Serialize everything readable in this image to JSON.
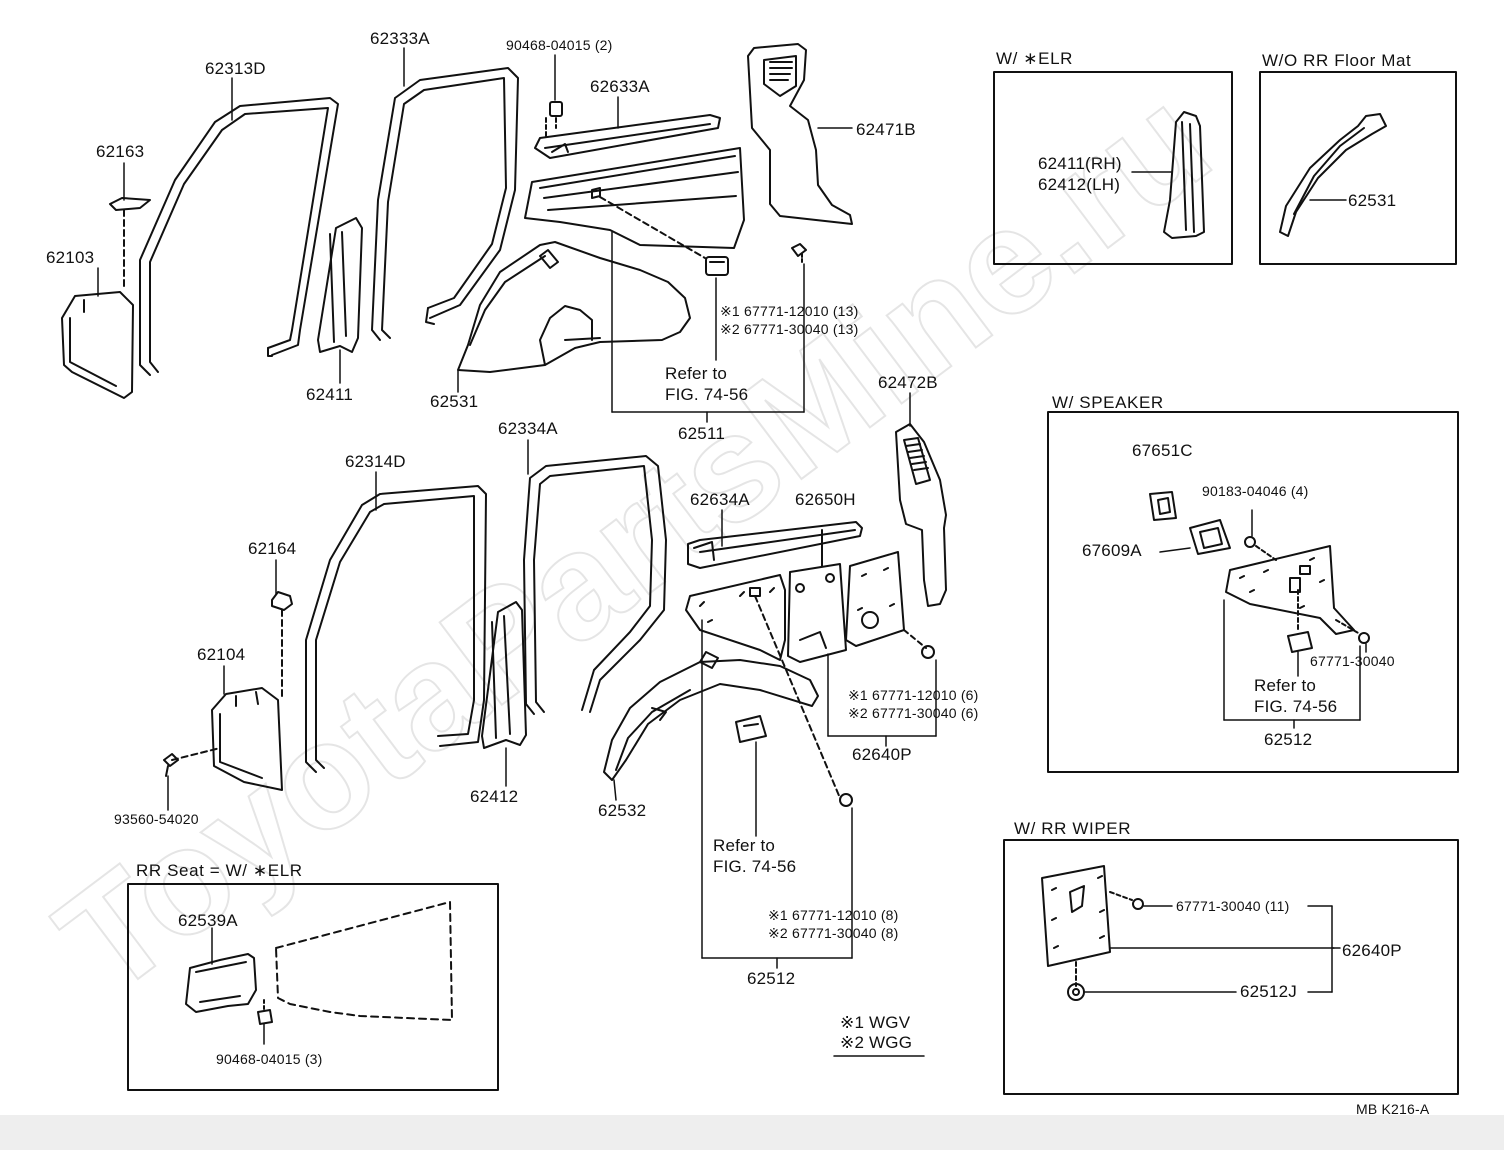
{
  "watermark": "ToyotaPartsMine.ru",
  "parts": {
    "p62313D": "62313D",
    "p62333A": "62333A",
    "p90468_2": "90468-04015 (2)",
    "p62633A": "62633A",
    "p62471B": "62471B",
    "p62163": "62163",
    "p62103": "62103",
    "p62411": "62411",
    "p62531": "62531",
    "p62511": "62511",
    "p62472B": "62472B",
    "p62314D": "62314D",
    "p62334A": "62334A",
    "p62634A": "62634A",
    "p62650H": "62650H",
    "p62164": "62164",
    "p62104": "62104",
    "p93560": "93560-54020",
    "p62412": "62412",
    "p62532": "62532",
    "p62640P": "62640P",
    "p62512": "62512"
  },
  "notes": {
    "top_n1": "※1 67771-12010 (13)",
    "top_n2": "※2 67771-30040 (13)",
    "top_refer": "Refer to\nFIG. 74-56",
    "mid_n1": "※1 67771-12010 (6)",
    "mid_n2": "※2 67771-30040 (6)",
    "bot_refer": "Refer to\nFIG. 74-56",
    "bot_n1": "※1 67771-12010 (8)",
    "bot_n2": "※2 67771-30040 (8)",
    "legend1": "※1 WGV",
    "legend2": "※2 WGG"
  },
  "boxes": {
    "elr": {
      "title": "W/ ∗ELR",
      "part": "62411(RH)\n62412(LH)"
    },
    "floor_mat": {
      "title": "W/O RR Floor Mat",
      "part": "62531"
    },
    "speaker": {
      "title": "W/ SPEAKER",
      "p67651C": "67651C",
      "p90183": "90183-04046 (4)",
      "p67609A": "67609A",
      "p67771": "67771-30040",
      "refer": "Refer to\nFIG. 74-56",
      "p62512": "62512"
    },
    "wiper": {
      "title": "W/ RR WIPER",
      "p67771": "67771-30040 (11)",
      "p62640P": "62640P",
      "p62512J": "62512J"
    },
    "rr_seat": {
      "title": "RR Seat = W/ ∗ELR",
      "p62539A": "62539A",
      "p90468": "90468-04015 (3)"
    }
  },
  "footer": {
    "code": "MB  K216-A"
  }
}
